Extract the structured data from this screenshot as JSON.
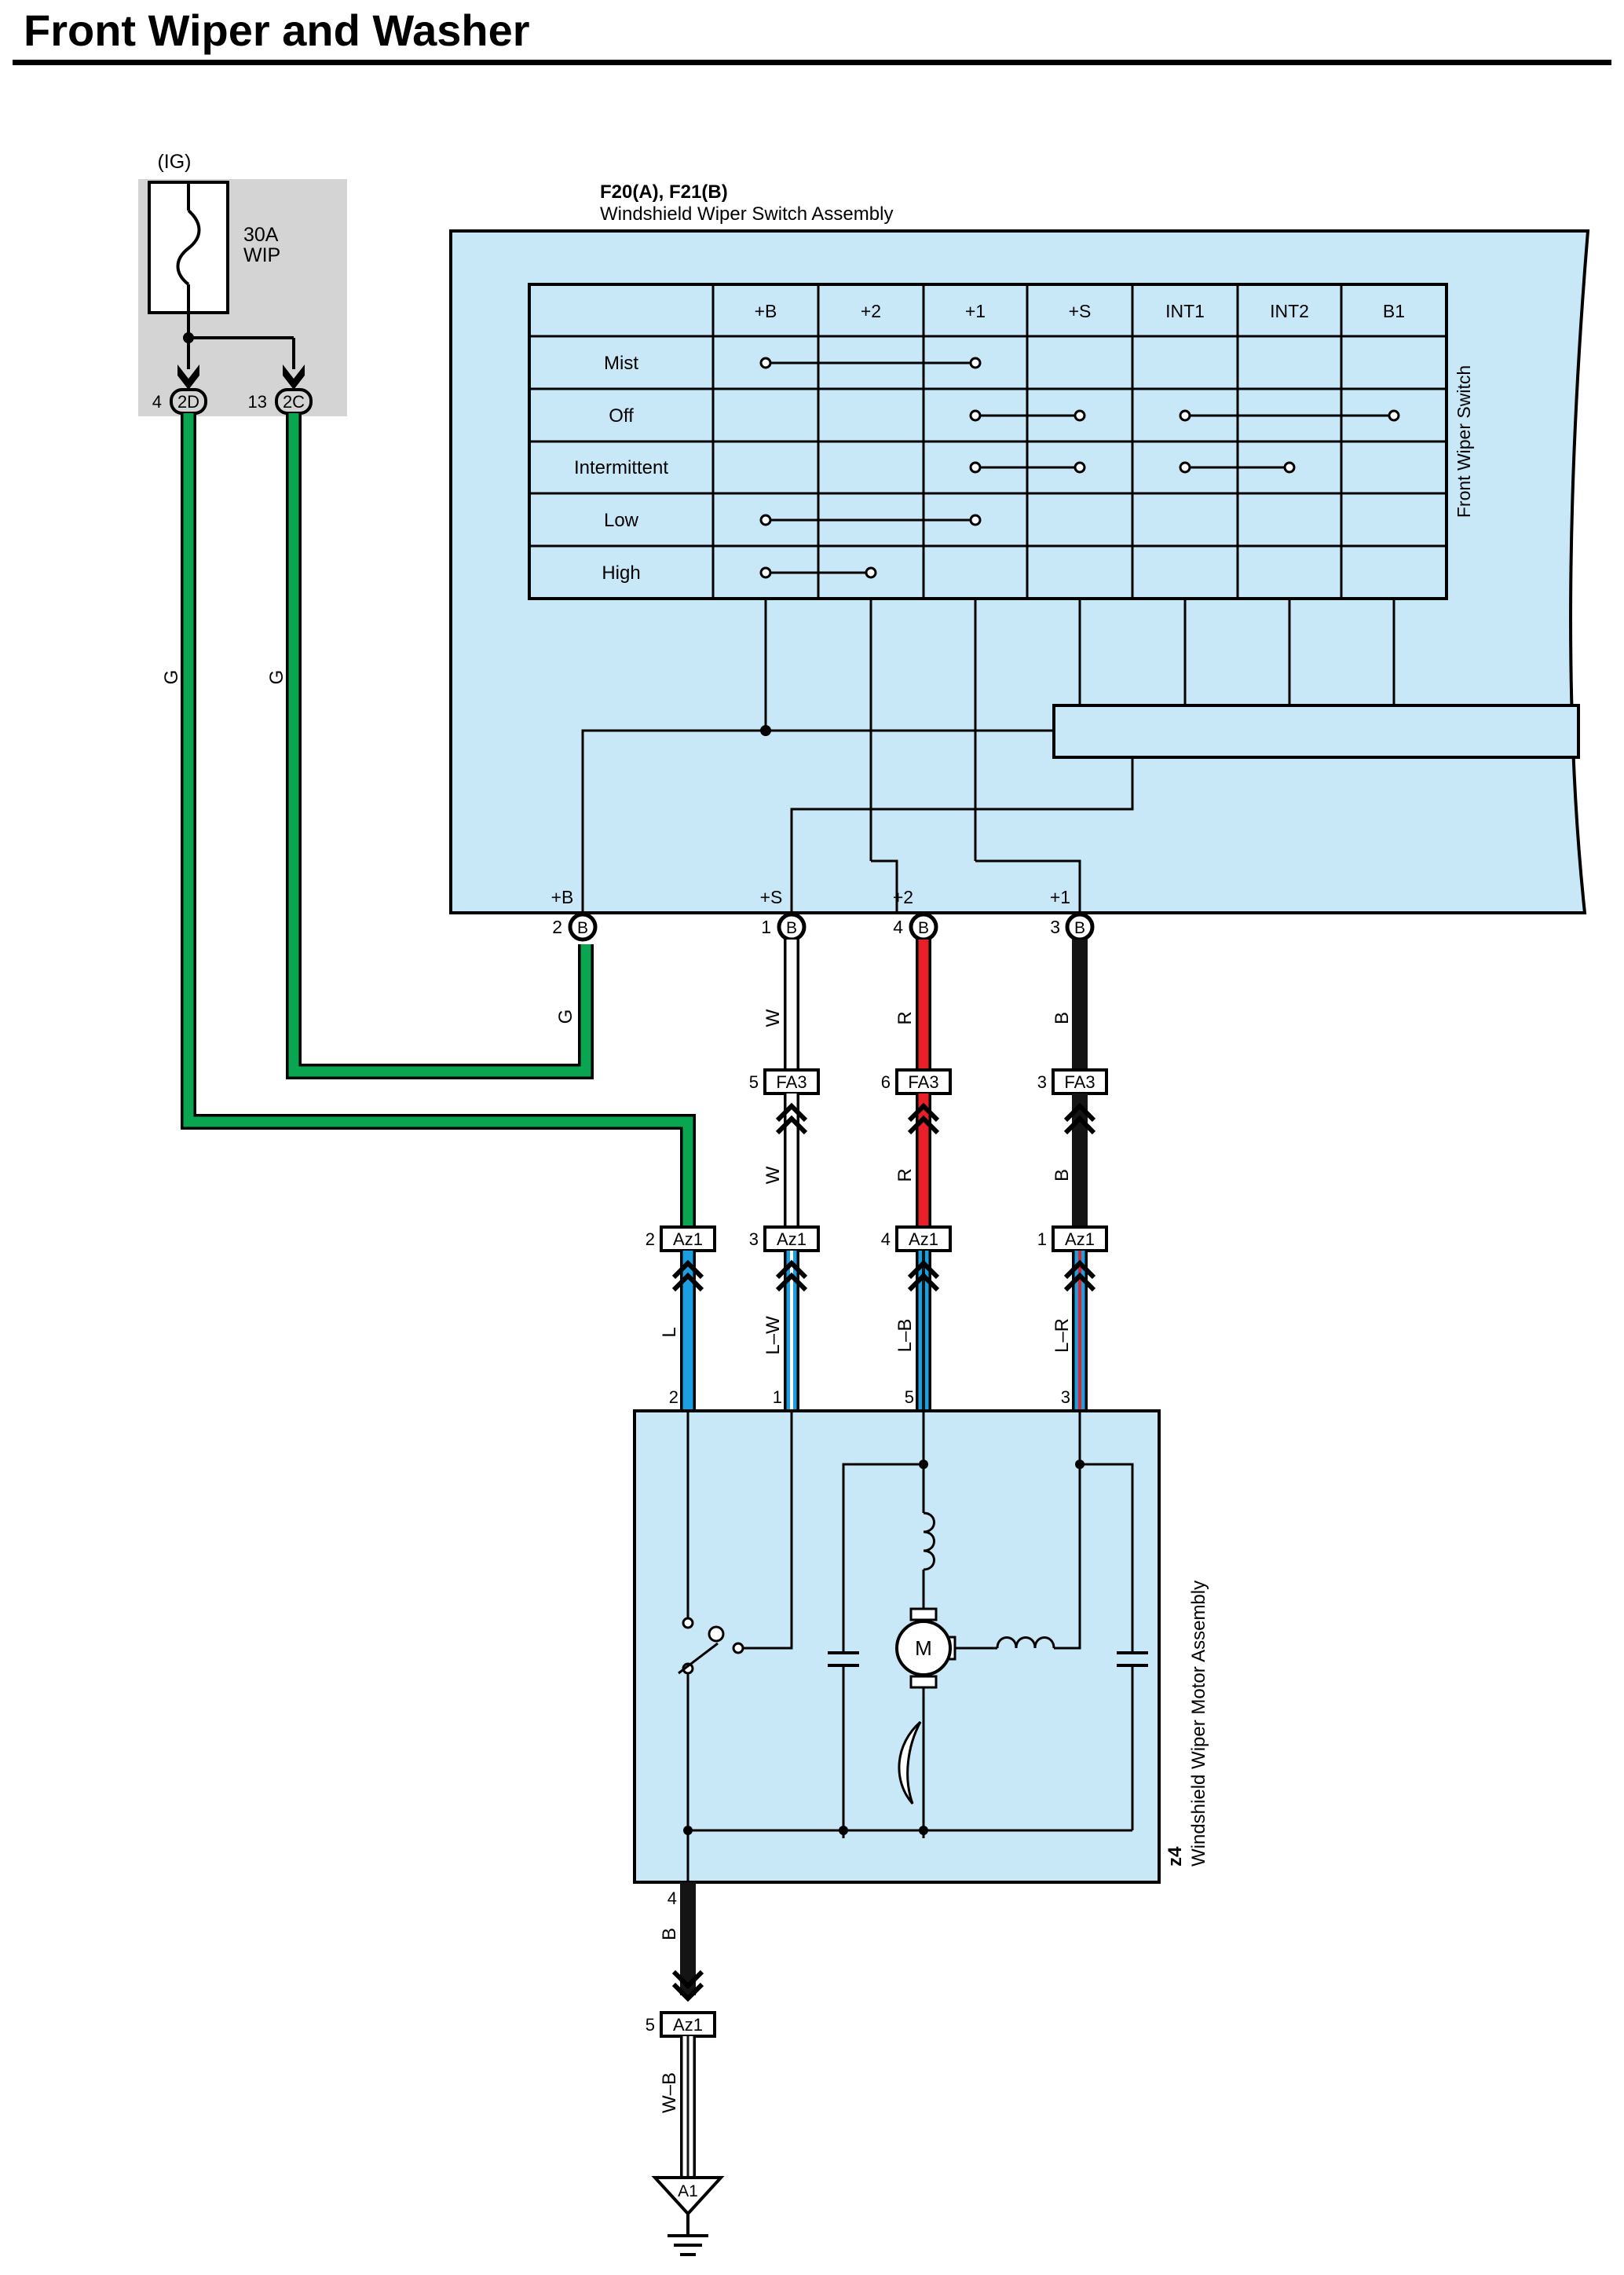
{
  "title": "Front Wiper and Washer",
  "fuse_box": {
    "ig_label": "(IG)",
    "fuse_amp": "30A",
    "fuse_name": "WIP"
  },
  "source_connectors": [
    {
      "pin": "4",
      "name": "2D"
    },
    {
      "pin": "13",
      "name": "2C"
    }
  ],
  "switch": {
    "code": "F20(A), F21(B)",
    "name": "Windshield Wiper Switch Assembly",
    "side_label": "Front Wiper Switch",
    "columns": [
      "+B",
      "+2",
      "+1",
      "+S",
      "INT1",
      "INT2",
      "B1"
    ],
    "rows": [
      "Mist",
      "Off",
      "Intermittent",
      "Low",
      "High"
    ],
    "connections": [
      {
        "row": "Mist",
        "from": "+B",
        "to": "+1"
      },
      {
        "row": "Off",
        "from": "+1",
        "to": "+S"
      },
      {
        "row": "Off",
        "from": "INT1",
        "to": "B1"
      },
      {
        "row": "Intermittent",
        "from": "+1",
        "to": "+S"
      },
      {
        "row": "Intermittent",
        "from": "INT1",
        "to": "INT2"
      },
      {
        "row": "Low",
        "from": "+B",
        "to": "+1"
      },
      {
        "row": "High",
        "from": "+B",
        "to": "+2"
      }
    ],
    "terminals": [
      {
        "name": "+B",
        "pin": "2",
        "conn": "B"
      },
      {
        "name": "+S",
        "pin": "1",
        "conn": "B"
      },
      {
        "name": "+2",
        "pin": "4",
        "conn": "B"
      },
      {
        "name": "+1",
        "pin": "3",
        "conn": "B"
      }
    ]
  },
  "wire_colors": {
    "G": "#0aa550",
    "W": "#ffffff",
    "R": "#e8202a",
    "B": "#141414",
    "L": "#1b9fe0",
    "body": "#c8e8f8",
    "fuse_bg": "#d4d4d4"
  },
  "wires": {
    "feed_2D": "G",
    "feed_2C": "G",
    "sw_to_fa3": [
      "W",
      "R",
      "B"
    ],
    "fa3_to_az1": [
      "W",
      "R",
      "B"
    ],
    "az1_to_motor": [
      "L",
      "L–W",
      "L–B",
      "L–R"
    ],
    "ground": [
      "B",
      "W–B"
    ]
  },
  "fa3_connectors": [
    {
      "pin": "5",
      "name": "FA3"
    },
    {
      "pin": "6",
      "name": "FA3"
    },
    {
      "pin": "3",
      "name": "FA3"
    }
  ],
  "az1_connectors": [
    {
      "pin": "2",
      "name": "Az1"
    },
    {
      "pin": "3",
      "name": "Az1"
    },
    {
      "pin": "4",
      "name": "Az1"
    },
    {
      "pin": "1",
      "name": "Az1"
    }
  ],
  "motor": {
    "code": "z4",
    "name": "Windshield Wiper Motor Assembly",
    "pins": [
      "2",
      "1",
      "5",
      "3"
    ],
    "motor_symbol": "M",
    "ground_pin": "4"
  },
  "ground_connector": {
    "pin": "5",
    "name": "Az1"
  },
  "ground_point": "A1"
}
